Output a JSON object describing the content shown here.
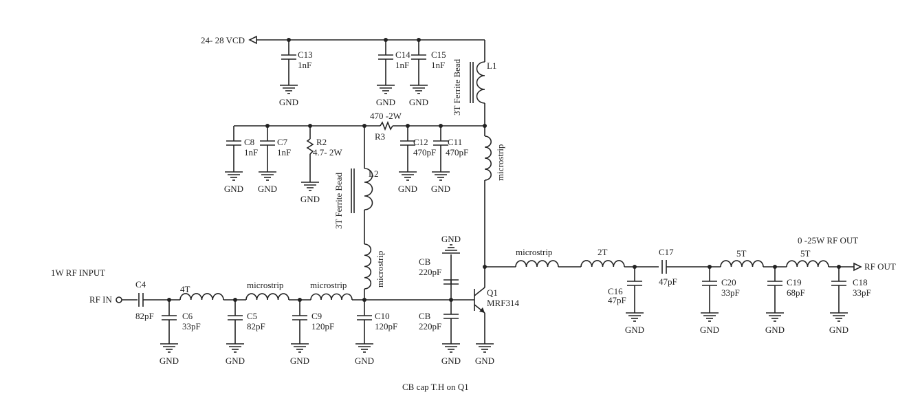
{
  "labels": {
    "vcc": "24- 28 VCD",
    "rf_in": "RF IN",
    "rf_in_title": "1W RF INPUT",
    "rf_out": "RF OUT",
    "rf_out_title": "0 -25W RF OUT",
    "note": "CB cap T.H on Q1"
  },
  "gnd": "GND",
  "components": {
    "C13": {
      "ref": "C13",
      "value": "1nF"
    },
    "C14": {
      "ref": "C14",
      "value": "1nF"
    },
    "C15": {
      "ref": "C15",
      "value": "1nF"
    },
    "L1": {
      "ref": "L1",
      "desc": "3T Ferrite Bead"
    },
    "R3": {
      "ref": "R3",
      "value": "470 -2W"
    },
    "C8": {
      "ref": "C8",
      "value": "1nF"
    },
    "C7": {
      "ref": "C7",
      "value": "1nF"
    },
    "R2": {
      "ref": "R2",
      "value": "4.7- 2W"
    },
    "C12": {
      "ref": "C12",
      "value": "470pF"
    },
    "C11": {
      "ref": "C11",
      "value": "470pF"
    },
    "L2": {
      "ref": "L2",
      "desc": "3T Ferrite Bead"
    },
    "C4": {
      "ref": "C4",
      "value": "82pF"
    },
    "L_4T": {
      "value": "4T"
    },
    "C6": {
      "ref": "C6",
      "value": "33pF"
    },
    "C5": {
      "ref": "C5",
      "value": "82pF"
    },
    "C9": {
      "ref": "C9",
      "value": "120pF"
    },
    "C10": {
      "ref": "C10",
      "value": "120pF"
    },
    "CB_top": {
      "ref": "CB",
      "value": "220pF"
    },
    "CB_bot": {
      "ref": "CB",
      "value": "220pF"
    },
    "Q1": {
      "ref": "Q1",
      "value": "MRF314"
    },
    "L_2T": {
      "value": "2T"
    },
    "C17": {
      "ref": "C17",
      "value": "47pF"
    },
    "C16": {
      "ref": "C16",
      "value": "47pF"
    },
    "C20": {
      "ref": "C20",
      "value": "33pF"
    },
    "C19": {
      "ref": "C19",
      "value": "68pF"
    },
    "C18": {
      "ref": "C18",
      "value": "33pF"
    },
    "L_5T_a": {
      "value": "5T"
    },
    "L_5T_b": {
      "value": "5T"
    }
  },
  "microstrip": "microstrip"
}
